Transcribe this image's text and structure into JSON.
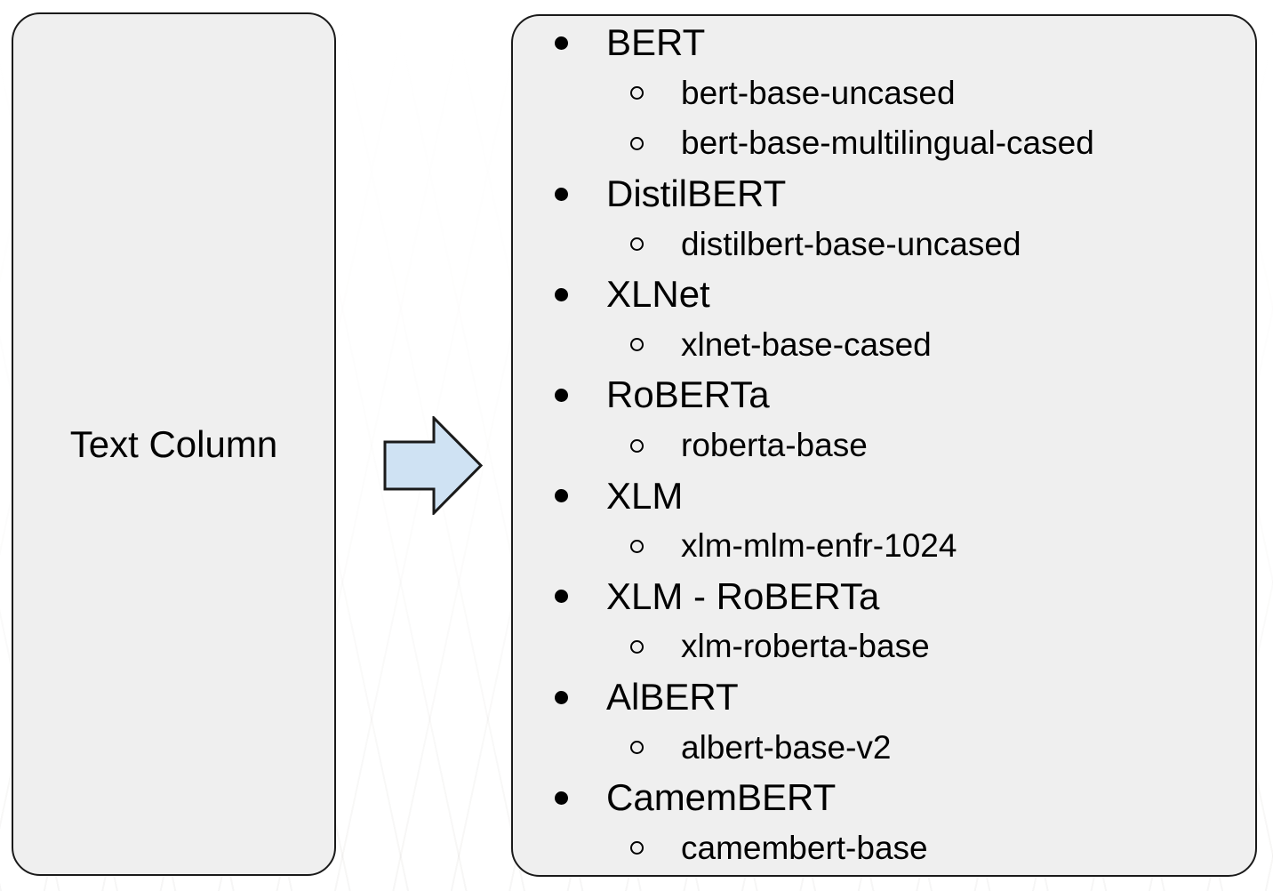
{
  "colors": {
    "box_fill": "#efefef",
    "box_border": "#1a1a1a",
    "arrow_fill": "#cfe2f3",
    "arrow_border": "#1a1a1a",
    "text": "#000000"
  },
  "source_box": {
    "label": "Text Column"
  },
  "models_box": {
    "groups": [
      {
        "name": "BERT",
        "checkpoints": [
          "bert-base-uncased",
          "bert-base-multilingual-cased"
        ]
      },
      {
        "name": "DistilBERT",
        "checkpoints": [
          "distilbert-base-uncased"
        ]
      },
      {
        "name": "XLNet",
        "checkpoints": [
          "xlnet-base-cased"
        ]
      },
      {
        "name": "RoBERTa",
        "checkpoints": [
          "roberta-base"
        ]
      },
      {
        "name": "XLM",
        "checkpoints": [
          "xlm-mlm-enfr-1024"
        ]
      },
      {
        "name": "XLM - RoBERTa",
        "checkpoints": [
          "xlm-roberta-base"
        ]
      },
      {
        "name": "AlBERT",
        "checkpoints": [
          "albert-base-v2"
        ]
      },
      {
        "name": "CamemBERT",
        "checkpoints": [
          "camembert-base"
        ]
      }
    ]
  }
}
